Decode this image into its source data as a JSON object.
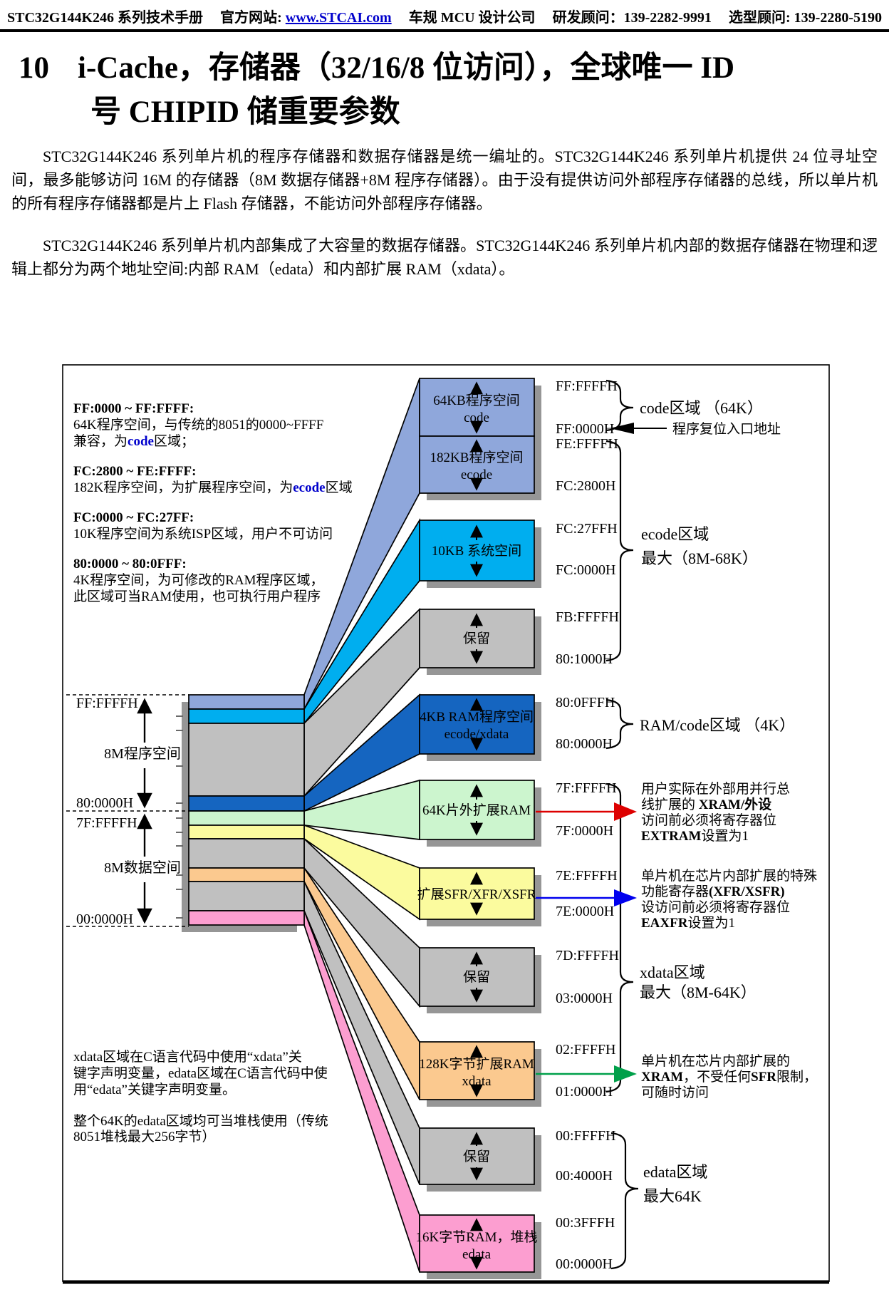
{
  "colors": {
    "periwinkle": "#8FA7DB",
    "cyan": "#00AEEF",
    "dark_blue": "#1565C0",
    "light_green": "#CCF5CE",
    "yellow": "#FBFB9E",
    "orange": "#FBC98F",
    "pink": "#FC9ED0",
    "gray_block": "#C0C0C0",
    "shadow_gray": "#969696",
    "note_red": "#E00000",
    "keyword_blue": "#0000CC",
    "annotation_red": "#E62222",
    "annotation_blue": "#3333CC",
    "annotation_green": "#00A04A",
    "lime_label": "#CCFF33",
    "link_blue": "#0000CC"
  },
  "header": {
    "manual_title": "STC32G144K246 系列技术手册",
    "site_label": "官方网站:",
    "site_url": "www.STCAI.com",
    "company": "车规 MCU 设计公司",
    "rd_contact": "研发顾问：139-2282-9991",
    "sel_contact": "选型顾问: 139-2280-5190"
  },
  "title": {
    "number": "10",
    "line1": "i-Cache，存储器（32/16/8 位访问），全球唯一 ID",
    "line2": "号 CHIPID 储重要参数"
  },
  "paragraphs": {
    "p1": "STC32G144K246 系列单片机的程序存储器和数据存储器是统一编址的。STC32G144K246 系列单片机提供 24 位寻址空间，最多能够访问 16M 的存储器（8M 数据存储器+8M 程序存储器）。由于没有提供访问外部程序存储器的总线，所以单片机的所有程序存储器都是片上 Flash 存储器，不能访问外部程序存储器。",
    "p2": "STC32G144K246 系列单片机内部集成了大容量的数据存储器。STC32G144K246 系列单片机内部的数据存储器在物理和逻辑上都分为两个地址空间:内部 RAM（edata）和内部扩展 RAM（xdata）。"
  },
  "diagram": {
    "notes": {
      "n1_head": "FF:0000 ~ FF:FFFF:",
      "n1_l1": "64K程序空间，与传统的8051的0000~FFFF",
      "n1_l2a": "兼容，为",
      "n1_l2b": "code",
      "n1_l2c": "区域；",
      "n2_head": "FC:2800 ~ FE:FFFF:",
      "n2_l1a": "182K程序空间，为扩展程序空间，为",
      "n2_l1b": "ecode",
      "n2_l1c": "区域",
      "n3_head": "FC:0000 ~ FC:27FF:",
      "n3_l1": "10K程序空间为系统ISP区域，用户不可访问",
      "n4_head": "80:0000 ~ 80:0FFF:",
      "n4_l1": "4K程序空间，为可修改的RAM程序区域，",
      "n4_l2": "此区域可当RAM使用，也可执行用户程序",
      "n5_l1": "xdata区域在C语言代码中使用“xdata”关",
      "n5_l2": "键字声明变量，edata区域在C语言代码中使",
      "n5_l3": "用“edata”关键字声明变量。",
      "n6_l1": "整个64K的edata区域均可当堆栈使用（传统",
      "n6_l2": "8051堆栈最大256字节）"
    },
    "stack": {
      "top_addr": "FF:FFFFH",
      "prog_label": "8M程序空间",
      "mid_addr_top": "80:0000H",
      "mid_addr_bottom": "7F:FFFFH",
      "data_label": "8M数据空间",
      "bottom_addr": "00:0000H"
    },
    "blocks": [
      {
        "label1": "64KB程序空间",
        "label2": "code",
        "addr_top": "FF:FFFFH",
        "addr_bottom": "FF:0000H"
      },
      {
        "label1": "182KB程序空间",
        "label2": "ecode",
        "addr_top": "FE:FFFFH",
        "addr_bottom": "FC:2800H"
      },
      {
        "label1": "10KB 系统空间",
        "addr_top": "FC:27FFH",
        "addr_bottom": "FC:0000H"
      },
      {
        "label1": "保留",
        "addr_top": "FB:FFFFH",
        "addr_bottom": "80:1000H"
      },
      {
        "label1": "4KB RAM程序空间",
        "label2": "ecode/xdata",
        "addr_top": "80:0FFFH",
        "addr_bottom": "80:0000H"
      },
      {
        "label1": "64K片外扩展RAM",
        "addr_top": "7F:FFFFH",
        "addr_bottom": "7F:0000H"
      },
      {
        "label1": "扩展SFR/XFR/XSFR",
        "addr_top": "7E:FFFFH",
        "addr_bottom": "7E:0000H"
      },
      {
        "label1": "保留",
        "addr_top": "7D:FFFFH",
        "addr_bottom": "03:0000H"
      },
      {
        "label1": "128K字节扩展RAM",
        "label2": "xdata",
        "addr_top": "02:FFFFH",
        "addr_bottom": "01:0000H"
      },
      {
        "label1": "保留",
        "addr_top": "00:FFFFH",
        "addr_bottom": "00:4000H"
      },
      {
        "label1": "16K字节RAM，堆栈",
        "label2": "edata",
        "addr_top": "00:3FFFH",
        "addr_bottom": "00:0000H"
      }
    ],
    "regions": {
      "code": "code区域 （64K）",
      "reset": "程序复位入口地址",
      "ecode1": "ecode区域",
      "ecode2": "最大（8M-68K）",
      "ramcode": "RAM/code区域 （4K）",
      "xdata1": "xdata区域",
      "xdata2": "最大（8M-64K）",
      "edata1": "edata区域",
      "edata2": "最大64K"
    },
    "ann_red": {
      "l1": "用户实际在外部用并行总",
      "l2a": "线扩展的 ",
      "l2b": "XRAM/外设",
      "l3": "访问前必须将寄存器位",
      "l4a": "EXTRAM",
      "l4b": "设置为1"
    },
    "ann_blue": {
      "l1": "单片机在芯片内部扩展的特殊",
      "l2a": "功能寄存器",
      "l2b": "(XFR/XSFR)",
      "l3": "设访问前必须将寄存器位",
      "l4a": "EAXFR",
      "l4b": "设置为1"
    },
    "ann_green": {
      "l1": "单片机在芯片内部扩展的",
      "l2a": "XRAM",
      "l2b": "，不受任何",
      "l2c": "SFR",
      "l2d": "限制，",
      "l3": "可随时访问"
    }
  }
}
